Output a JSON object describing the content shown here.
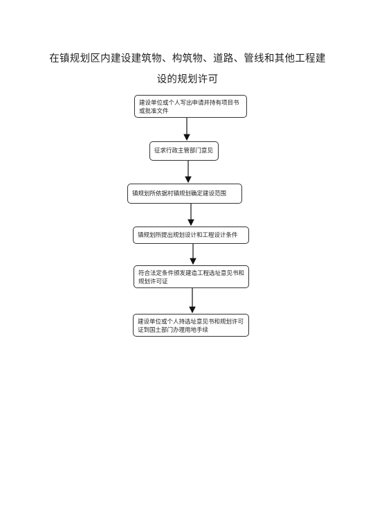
{
  "document": {
    "title": "在镇规划区内建设建筑物、构筑物、道路、管线和其他工程建设的规划许可"
  },
  "flowchart": {
    "steps": [
      "建设单位或个人写出申请并持有项目书或批准文件",
      "征求行政主管部门意见",
      "镇规划所依据村镇规划确定建设范围",
      "镇规划所提出规划设计和工程设计条件",
      "符合法定条件颁发建造工程选址意见书和规划许可证",
      "建设单位或个人持选址意见书和规划许可证到国土部门办理用地手续"
    ]
  }
}
